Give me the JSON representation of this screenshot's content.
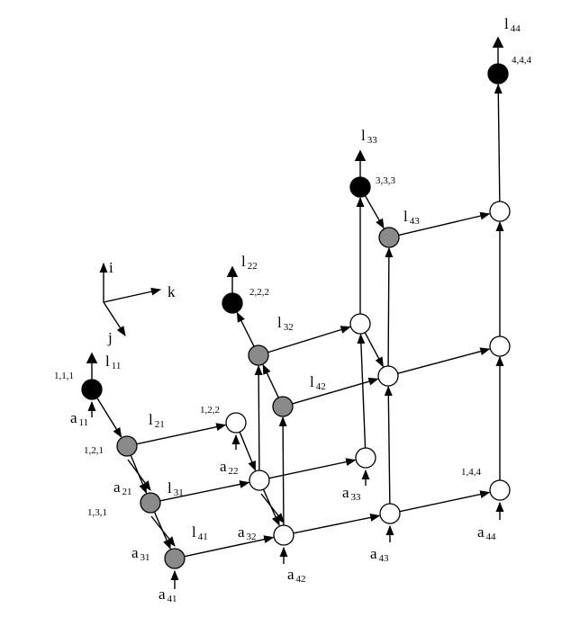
{
  "diagram": {
    "axes": {
      "i": "i",
      "j": "j",
      "k": "k"
    },
    "colors": {
      "black": "#000000",
      "gray": "#8a8a8a",
      "white": "#ffffff"
    },
    "nodes": [
      {
        "id": "n111",
        "color": "black",
        "label": "1,1,1"
      },
      {
        "id": "n121",
        "color": "gray",
        "label": "1,2,1"
      },
      {
        "id": "n131",
        "color": "gray",
        "label": "1,3,1"
      },
      {
        "id": "n141",
        "color": "gray",
        "label": ""
      },
      {
        "id": "n122",
        "color": "white",
        "label": "1,2,2"
      },
      {
        "id": "n132",
        "color": "white",
        "label": ""
      },
      {
        "id": "n142",
        "color": "white",
        "label": ""
      },
      {
        "id": "n222",
        "color": "black",
        "label": "2,2,2"
      },
      {
        "id": "n232",
        "color": "gray",
        "label": ""
      },
      {
        "id": "n242",
        "color": "gray",
        "label": ""
      },
      {
        "id": "n133",
        "color": "white",
        "label": ""
      },
      {
        "id": "n143",
        "color": "white",
        "label": ""
      },
      {
        "id": "n233",
        "color": "white",
        "label": ""
      },
      {
        "id": "n243",
        "color": "white",
        "label": ""
      },
      {
        "id": "n333",
        "color": "black",
        "label": "3,3,3"
      },
      {
        "id": "n343",
        "color": "gray",
        "label": ""
      },
      {
        "id": "n144",
        "color": "white",
        "label": "1,4,4"
      },
      {
        "id": "n244",
        "color": "white",
        "label": ""
      },
      {
        "id": "n344",
        "color": "white",
        "label": ""
      },
      {
        "id": "n444",
        "color": "black",
        "label": "4,4,4"
      }
    ],
    "edges": [
      [
        "n111",
        "n121"
      ],
      [
        "n121",
        "n131"
      ],
      [
        "n131",
        "n141"
      ],
      [
        "n121",
        "n122"
      ],
      [
        "n131",
        "n132"
      ],
      [
        "n141",
        "n142"
      ],
      [
        "n122",
        "n132"
      ],
      [
        "n132",
        "n142"
      ],
      [
        "n132",
        "n232"
      ],
      [
        "n142",
        "n242"
      ],
      [
        "n232",
        "n222"
      ],
      [
        "n242",
        "n232"
      ],
      [
        "n232",
        "n233"
      ],
      [
        "n242",
        "n243"
      ],
      [
        "n132",
        "n133"
      ],
      [
        "n142",
        "n143"
      ],
      [
        "n133",
        "n233"
      ],
      [
        "n143",
        "n243"
      ],
      [
        "n233",
        "n243"
      ],
      [
        "n233",
        "n333"
      ],
      [
        "n243",
        "n343"
      ],
      [
        "n333",
        "n343"
      ],
      [
        "n343",
        "n344"
      ],
      [
        "n143",
        "n144"
      ],
      [
        "n243",
        "n244"
      ],
      [
        "n144",
        "n244"
      ],
      [
        "n244",
        "n344"
      ],
      [
        "n344",
        "n444"
      ]
    ],
    "outputs": [
      {
        "node": "n111",
        "base": "l",
        "sub": "11"
      },
      {
        "node": "n222",
        "base": "l",
        "sub": "22"
      },
      {
        "node": "n333",
        "base": "l",
        "sub": "33"
      },
      {
        "node": "n444",
        "base": "l",
        "sub": "44"
      }
    ],
    "inputs": [
      {
        "node": "n111",
        "base": "a",
        "sub": "11"
      },
      {
        "node": "n122",
        "base": "a",
        "sub": "22"
      },
      {
        "node": "n133",
        "base": "a",
        "sub": "33"
      },
      {
        "node": "n144",
        "base": "a",
        "sub": "44"
      },
      {
        "node": "n131",
        "base": "a",
        "sub": "21"
      },
      {
        "node": "n141",
        "base": "a",
        "sub": "31"
      },
      {
        "node": "n141",
        "base": "a",
        "sub": "41"
      },
      {
        "node": "n142",
        "base": "a",
        "sub": "32"
      },
      {
        "node": "n142",
        "base": "a",
        "sub": "42"
      },
      {
        "node": "n143",
        "base": "a",
        "sub": "43"
      }
    ],
    "edge_labels": [
      {
        "base": "l",
        "sub": "21"
      },
      {
        "base": "l",
        "sub": "31"
      },
      {
        "base": "l",
        "sub": "41"
      },
      {
        "base": "l",
        "sub": "32"
      },
      {
        "base": "l",
        "sub": "42"
      },
      {
        "base": "l",
        "sub": "43"
      }
    ]
  }
}
